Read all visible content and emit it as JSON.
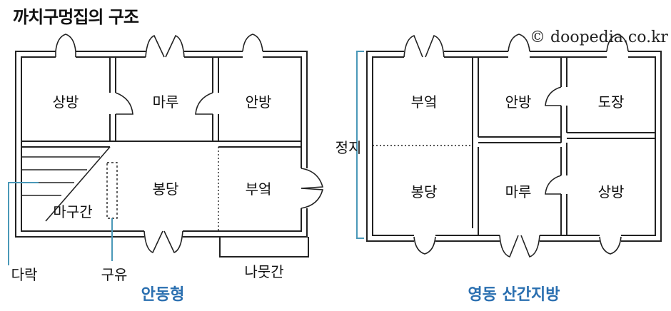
{
  "title": "까치구멍집의 구조",
  "copyright": "© doopedia.co.kr",
  "left_plan": {
    "caption": "안동형",
    "rooms": {
      "sangbang": "상방",
      "maru": "마루",
      "anbang": "안방",
      "bongdang": "봉당",
      "bueok": "부엌",
      "magugan": "마구간"
    },
    "callouts": {
      "darak": "다락",
      "guyu": "구유",
      "namutgan": "나뭇간"
    }
  },
  "right_plan": {
    "caption": "영동 산간지방",
    "rooms": {
      "bueok": "부엌",
      "anbang": "안방",
      "dojang": "도장",
      "bongdang": "봉당",
      "maru": "마루",
      "sangbang": "상방"
    },
    "callouts": {
      "jeongji": "정지"
    }
  },
  "colors": {
    "caption": "#2a6fb0",
    "leader": "#4a98b8",
    "line": "#222222"
  }
}
